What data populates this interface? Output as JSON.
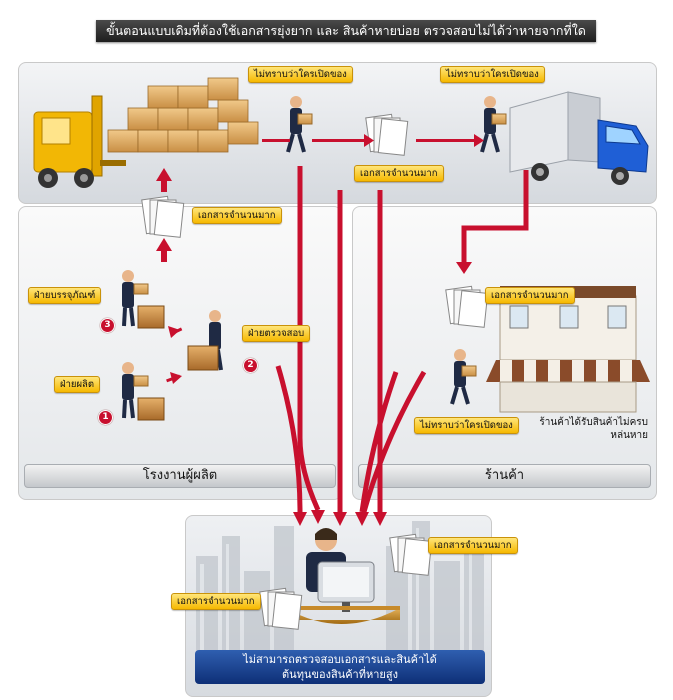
{
  "title": "ขั้นตอนแบบเดิมที่ต้องใช้เอกสารยุ่งยาก และ สินค้าหายบ่อย ตรวจสอบไม่ได้ว่าหายจากที่ใด",
  "tags": {
    "unknown_opener_1": "ไม่ทราบว่าใครเปิดของ",
    "unknown_opener_2": "ไม่ทราบว่าใครเปิดของ",
    "unknown_opener_3": "ไม่ทราบว่าใครเปิดของ",
    "many_docs_top": "เอกสารจำนวนมาก",
    "many_docs_factory": "เอกสารจำนวนมาก",
    "many_docs_store": "เอกสารจำนวนมาก",
    "many_docs_bottom_right": "เอกสารจำนวนมาก",
    "many_docs_bottom_left": "เอกสารจำนวนมาก",
    "packaging_dept": "ฝ่ายบรรจุภัณฑ์",
    "inspection_dept": "ฝ่ายตรวจสอบ",
    "production_dept": "ฝ่ายผลิต"
  },
  "badges": {
    "step1": "1",
    "step2": "2",
    "step3": "3"
  },
  "store_note": {
    "line1": "ร้านค้าได้รับสินค้าไม่ครบ",
    "line2": "หล่นหาย"
  },
  "sections": {
    "factory": "โรงงานผู้ผลิต",
    "store": "ร้านค้า"
  },
  "conclusion": {
    "line1": "ไม่สามารถตรวจสอบเอกสารและสินค้าได้",
    "line2": "ต้นทุนของสินค้าที่หายสูง"
  },
  "colors": {
    "arrow_red": "#c8102e",
    "tag_yellow": "#f6b800",
    "conclusion_blue": "#1a3f8f",
    "truck_blue": "#1f5fd6",
    "forklift_yellow": "#f2b705"
  }
}
